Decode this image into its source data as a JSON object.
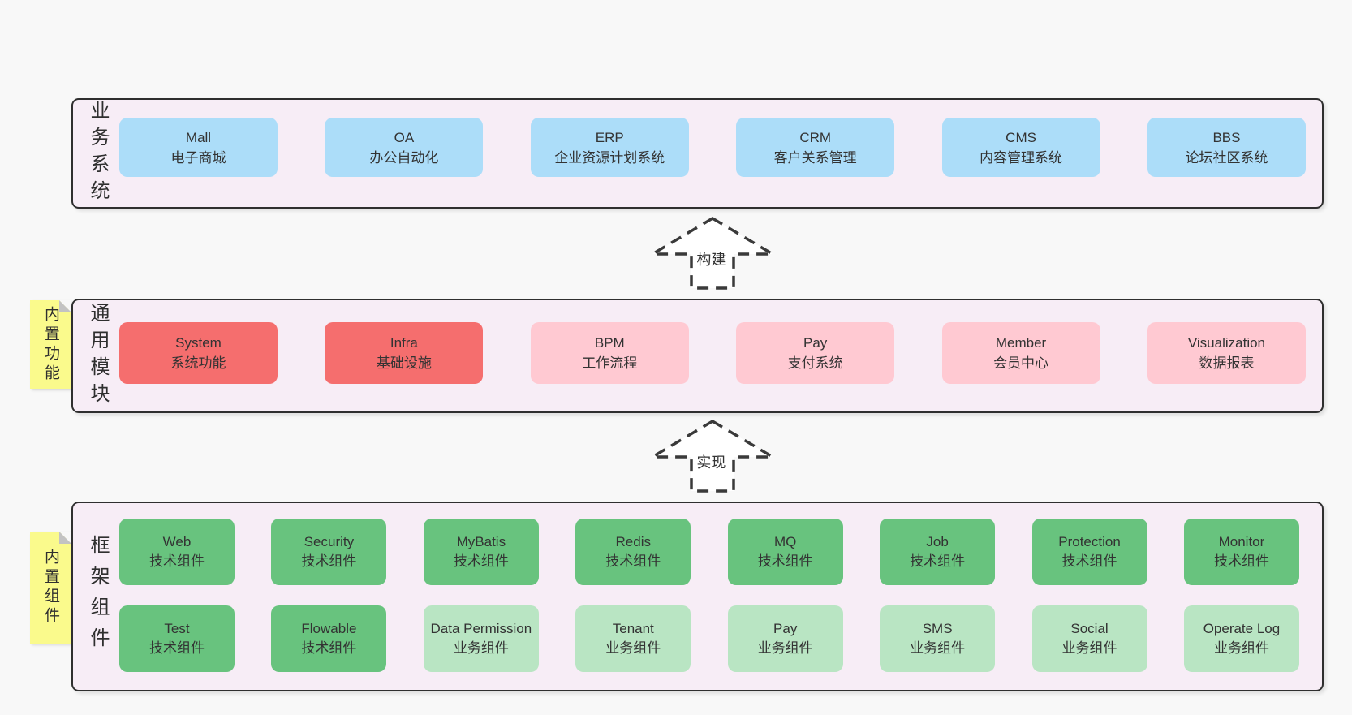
{
  "diagram": {
    "business_layer": {
      "label": "业务系统",
      "systems": [
        {
          "name": "Mall",
          "desc": "电子商城"
        },
        {
          "name": "OA",
          "desc": "办公自动化"
        },
        {
          "name": "ERP",
          "desc": "企业资源计划系统"
        },
        {
          "name": "CRM",
          "desc": "客户关系管理"
        },
        {
          "name": "CMS",
          "desc": "内容管理系统"
        },
        {
          "name": "BBS",
          "desc": "论坛社区系统"
        }
      ]
    },
    "build_arrow": {
      "label": "构建"
    },
    "module_layer": {
      "label": "通用模块",
      "note": "内置功能",
      "modules": [
        {
          "name": "System",
          "desc": "系统功能"
        },
        {
          "name": "Infra",
          "desc": "基础设施"
        },
        {
          "name": "BPM",
          "desc": "工作流程"
        },
        {
          "name": "Pay",
          "desc": "支付系统"
        },
        {
          "name": "Member",
          "desc": "会员中心"
        },
        {
          "name": "Visualization",
          "desc": "数据报表"
        }
      ]
    },
    "implement_arrow": {
      "label": "实现"
    },
    "component_layer": {
      "label": "框架组件",
      "note": "内置组件",
      "row1": [
        {
          "name": "Web",
          "desc": "技术组件"
        },
        {
          "name": "Security",
          "desc": "技术组件"
        },
        {
          "name": "MyBatis",
          "desc": "技术组件"
        },
        {
          "name": "Redis",
          "desc": "技术组件"
        },
        {
          "name": "MQ",
          "desc": "技术组件"
        },
        {
          "name": "Job",
          "desc": "技术组件"
        },
        {
          "name": "Protection",
          "desc": "技术组件"
        },
        {
          "name": "Monitor",
          "desc": "技术组件"
        }
      ],
      "row2": [
        {
          "name": "Test",
          "desc": "技术组件"
        },
        {
          "name": "Flowable",
          "desc": "技术组件"
        },
        {
          "name": "Data Permission",
          "desc": "业务组件"
        },
        {
          "name": "Tenant",
          "desc": "业务组件"
        },
        {
          "name": "Pay",
          "desc": "业务组件"
        },
        {
          "name": "SMS",
          "desc": "业务组件"
        },
        {
          "name": "Social",
          "desc": "业务组件"
        },
        {
          "name": "Operate Log",
          "desc": "业务组件"
        }
      ]
    },
    "colors": {
      "business_box": "#acddf9",
      "core_module_box": "#f56e6e",
      "optional_module_box": "#ffc9d2",
      "tech_component_box": "#68c37e",
      "biz_component_box": "#b9e5c3",
      "sticky_note": "#fafa8c",
      "layer_background": "#f7edf6"
    }
  }
}
